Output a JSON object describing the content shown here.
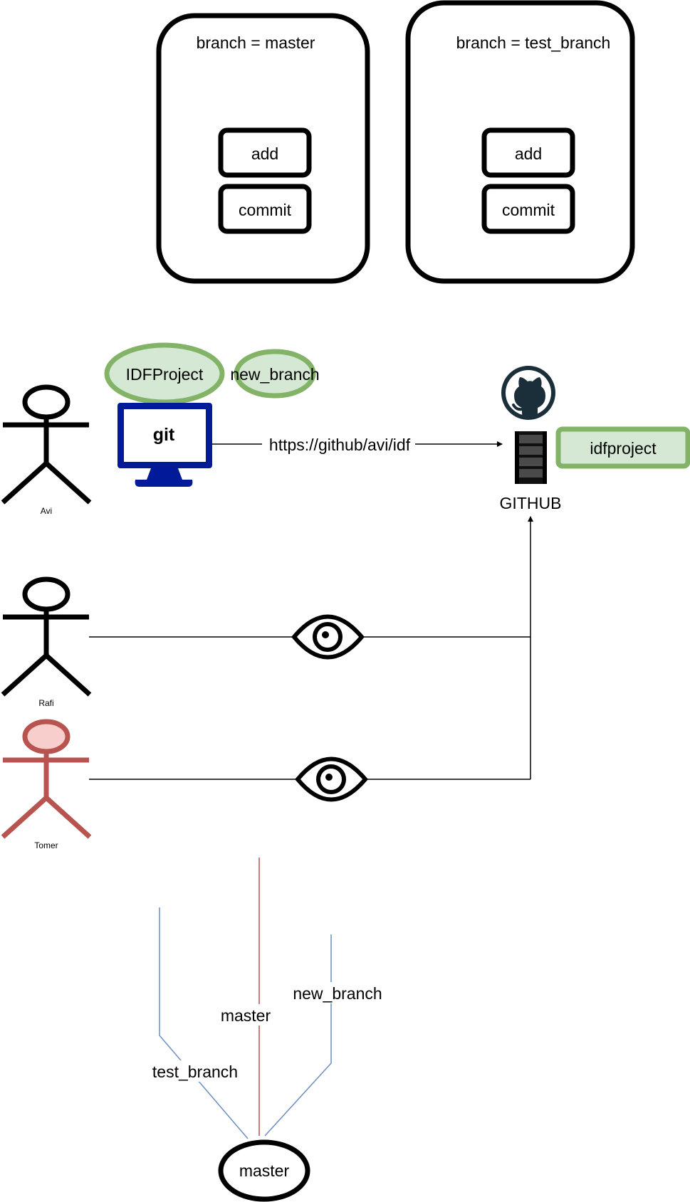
{
  "branch_boxes": {
    "master": {
      "title": "branch = master",
      "add": "add",
      "commit": "commit"
    },
    "test": {
      "title": "branch = test_branch",
      "add": "add",
      "commit": "commit"
    }
  },
  "actors": {
    "avi": "Avi",
    "rafi": "Rafi",
    "tomer": "Tomer"
  },
  "local": {
    "project_bubble": "IDFProject",
    "branch_bubble": "new_branch",
    "monitor_label": "git",
    "push_url": "https://github/avi/idf"
  },
  "remote": {
    "server_label": "GITHUB",
    "repo_label": "idfproject"
  },
  "branch_tree": {
    "root": "master",
    "left_branch": "test_branch",
    "middle_branch": "master",
    "right_branch": "new_branch"
  },
  "colors": {
    "green_fill": "#d5e8d4",
    "green_stroke": "#82b366",
    "monitor_blue": "#001a99",
    "tomer_red": "#b85450",
    "tomer_head_fill": "#f8cecc",
    "branch_blue": "#6c8ebf",
    "branch_red": "#b85450"
  },
  "icons": {
    "github": "github-octocat-icon",
    "server": "server-rack-icon",
    "eye": "eye-icon",
    "monitor": "monitor-icon"
  }
}
